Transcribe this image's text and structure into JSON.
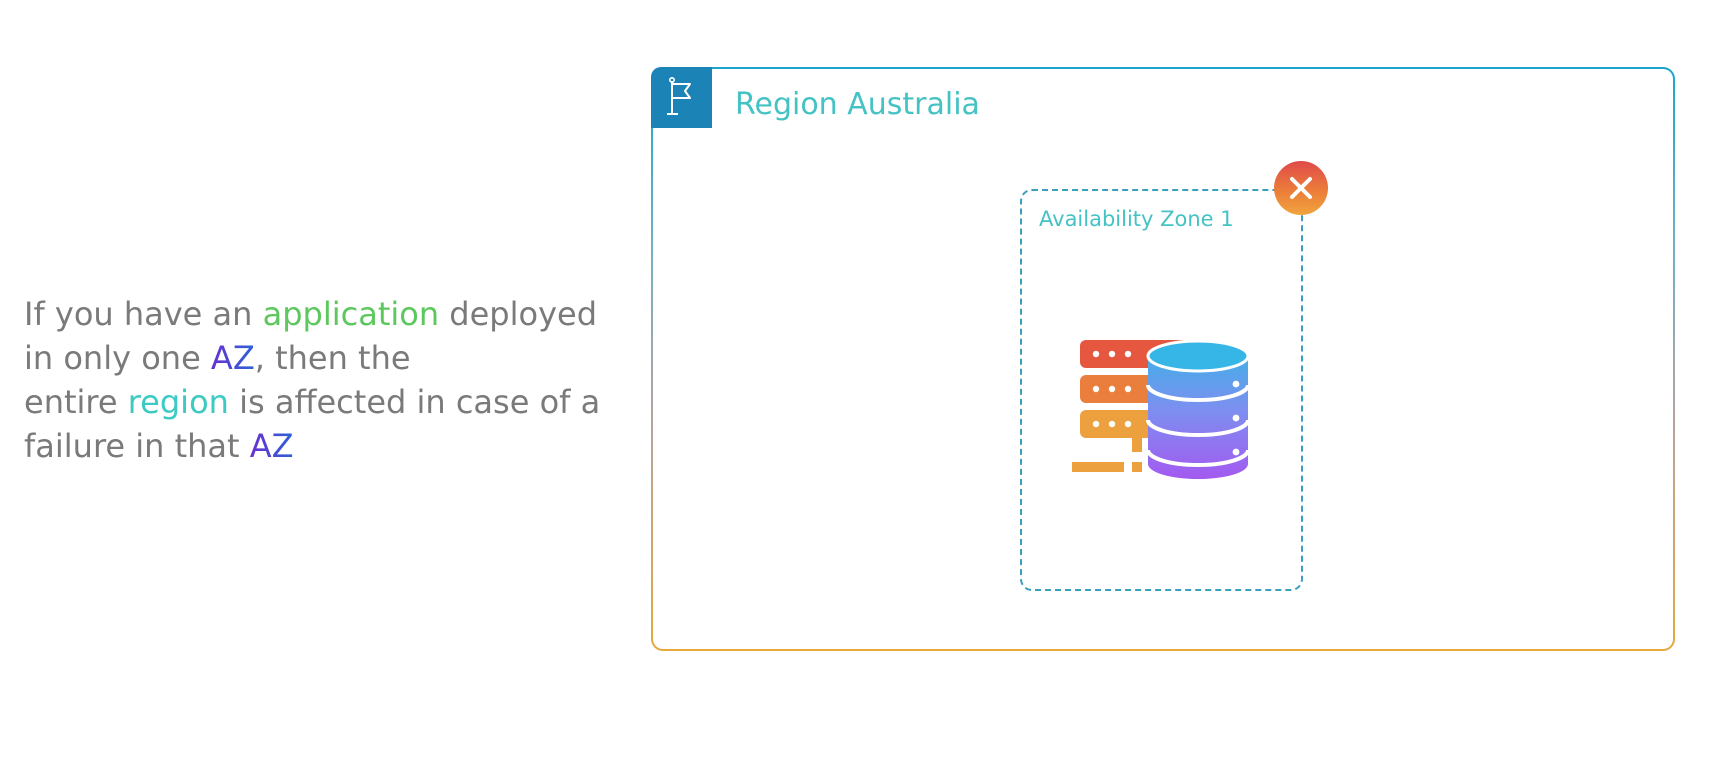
{
  "explanation": {
    "line1": {
      "before": "If you have an ",
      "highlight": "application",
      "after": " deployed"
    },
    "line2": {
      "before": "in only one ",
      "highlight": "AZ",
      "after": ", then the"
    },
    "line3": {
      "before": "entire ",
      "highlight": "region",
      "after": " is affected in case of a"
    },
    "line4": {
      "before": "failure in that ",
      "highlight": "AZ"
    }
  },
  "region": {
    "title": "Region Australia",
    "icon": "flag-icon"
  },
  "availability_zone": {
    "title": "Availability Zone 1",
    "resource_icon": "server-database-icon",
    "status_icon": "close-icon",
    "status": "failed"
  },
  "colors": {
    "highlight_application": "#5cc85e",
    "highlight_az": "#4a4ad4",
    "highlight_region": "#3ccac2",
    "region_badge": "#1b83b5",
    "title_text": "#45c2c4",
    "body_text": "#7a7a7a"
  }
}
